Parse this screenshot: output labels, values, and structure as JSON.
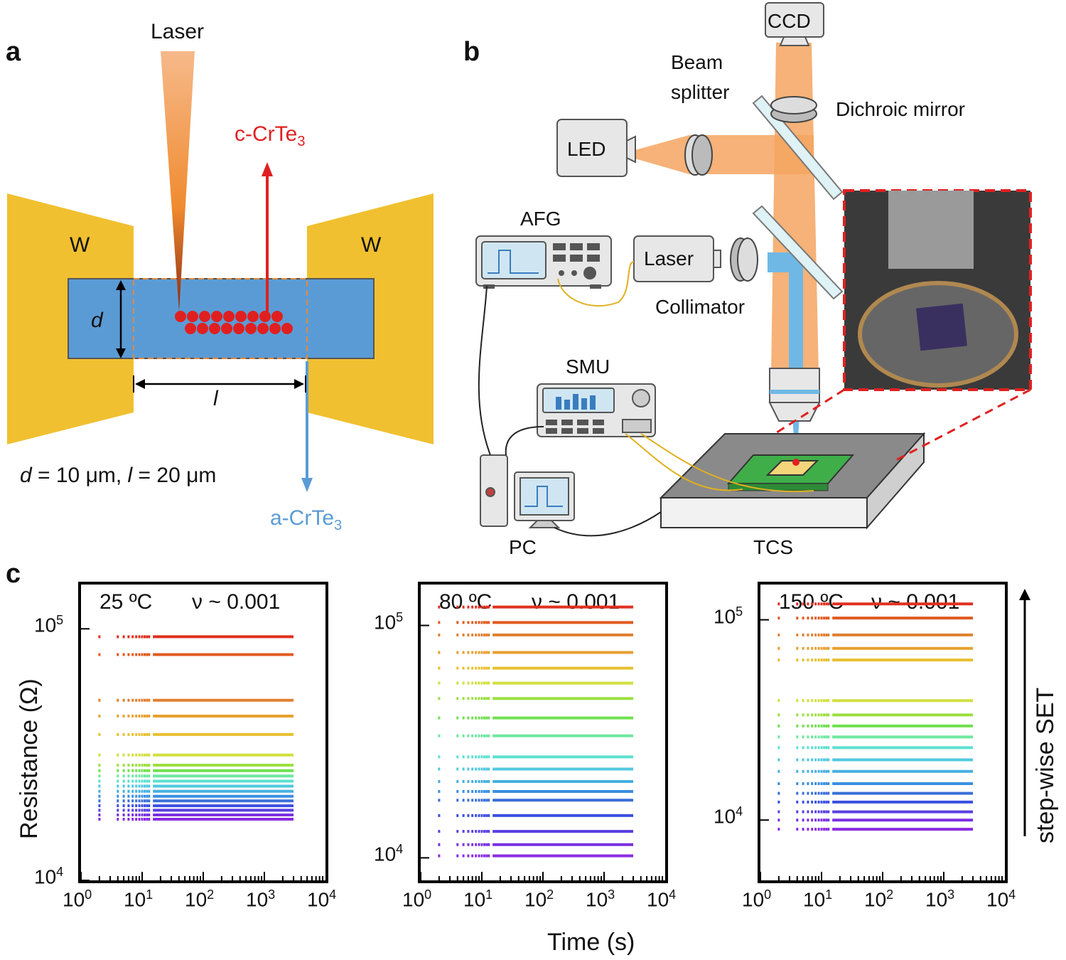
{
  "panel_a": {
    "letter": "a",
    "laser_label": "Laser",
    "crystal_label": "c-CrTe",
    "crystal_sub": "3",
    "amorphous_label": "a-CrTe",
    "amorphous_sub": "3",
    "electrode_left": "W",
    "electrode_right": "W",
    "d_symbol": "d",
    "l_symbol": "l",
    "dims_d": "d",
    "dims_mid": " = 10 μm, ",
    "dims_l": "l",
    "dims_end": " = 20 μm",
    "colors": {
      "gold": "#f0c030",
      "channel": "#5b9bd5",
      "red": "#e02020"
    }
  },
  "panel_b": {
    "letter": "b",
    "ccd": "CCD",
    "beam_splitter_1": "Beam",
    "beam_splitter_2": "splitter",
    "dichroic": "Dichroic mirror",
    "led": "LED",
    "afg": "AFG",
    "laser": "Laser",
    "collimator": "Collimator",
    "smu": "SMU",
    "pc": "PC",
    "tcs": "TCS",
    "colors": {
      "orange_beam": "#f4a460",
      "blue_beam": "#6fb8e6"
    }
  },
  "panel_c": {
    "letter": "c",
    "ylabel": "Resistance (Ω)",
    "xlabel": "Time (s)",
    "side_label": "step-wise SET"
  },
  "chart_data": [
    {
      "type": "line",
      "title": "25 ºC",
      "nu": "ν ~ 0.001",
      "xscale": "log",
      "yscale": "log",
      "xlim": [
        1,
        10000
      ],
      "ylim": [
        10000,
        150000
      ],
      "x_ticks": [
        "10^0",
        "10^1",
        "10^2",
        "10^3",
        "10^4"
      ],
      "y_ticks": [
        {
          "v": 100000,
          "label": "10^5"
        },
        {
          "v": 10000,
          "label": "10^4"
        }
      ],
      "x": [
        2,
        3000
      ],
      "levels": [
        17500,
        18200,
        19000,
        19800,
        20700,
        21600,
        22600,
        23700,
        24800,
        26000,
        27300,
        28700,
        31500,
        38000,
        45000,
        52000,
        79000,
        93000
      ]
    },
    {
      "type": "line",
      "title": "80 ºC",
      "nu": "ν ~ 0.001",
      "xscale": "log",
      "yscale": "log",
      "xlim": [
        1,
        10000
      ],
      "ylim": [
        8000,
        150000
      ],
      "x_ticks": [
        "10^0",
        "10^1",
        "10^2",
        "10^3",
        "10^4"
      ],
      "y_ticks": [
        {
          "v": 100000,
          "label": "10^5"
        },
        {
          "v": 10000,
          "label": "10^4"
        }
      ],
      "x": [
        2,
        3000
      ],
      "levels": [
        10200,
        11400,
        13000,
        15200,
        17700,
        19300,
        21300,
        24100,
        27200,
        33500,
        40000,
        48500,
        56500,
        65500,
        76500,
        91000,
        103000,
        120000
      ]
    },
    {
      "type": "line",
      "title": "150 ºC",
      "nu": "ν ~ 0.001",
      "xscale": "log",
      "yscale": "log",
      "xlim": [
        1,
        10000
      ],
      "ylim": [
        5000,
        150000
      ],
      "x_ticks": [
        "10^0",
        "10^1",
        "10^2",
        "10^3",
        "10^4"
      ],
      "y_ticks": [
        {
          "v": 100000,
          "label": "10^5"
        },
        {
          "v": 10000,
          "label": "10^4"
        }
      ],
      "x": [
        2,
        3000
      ],
      "levels": [
        9000,
        10000,
        11000,
        12300,
        13600,
        15200,
        17500,
        20000,
        23000,
        26000,
        29500,
        33500,
        39500,
        63000,
        72000,
        84000,
        102000,
        120000
      ]
    }
  ]
}
